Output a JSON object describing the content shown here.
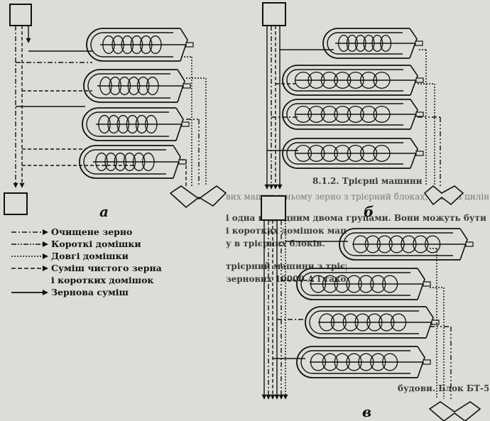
{
  "figure_labels": {
    "a": "а",
    "b": "б",
    "c": "в"
  },
  "legend": [
    {
      "label": "Очищене зерно",
      "style": "dash-dot"
    },
    {
      "label": "Короткі домішки",
      "style": "dash-dot-dot"
    },
    {
      "label": "Довгі домішки",
      "style": "dotted"
    },
    {
      "label": "Суміш чистого зерна",
      "style": "dashed"
    },
    {
      "label": "і коротких домішок",
      "style": "none"
    },
    {
      "label": "Зернова суміш",
      "style": "solid"
    }
  ],
  "background_text": {
    "line_1": "8.1.2. Трієрні машини",
    "line_2": "вих машин у ньому зерно з трієрний блоках, трієрні циліндри яких розміщені",
    "line_3": "і одна над одним двома групами. Вони можуть бути з'єднані таким чином,",
    "line_4": "і коротких домішок машина обладнана",
    "line_5": "у в трієрних блоків.",
    "line_6": "трієрний машини з трієрними блоки БТ",
    "line_7": "зернових 10000 А і також які",
    "line_8": "будови. Блок БТ-5"
  },
  "colors": {
    "paper": "#dcdcd8",
    "ink": "#111111"
  }
}
